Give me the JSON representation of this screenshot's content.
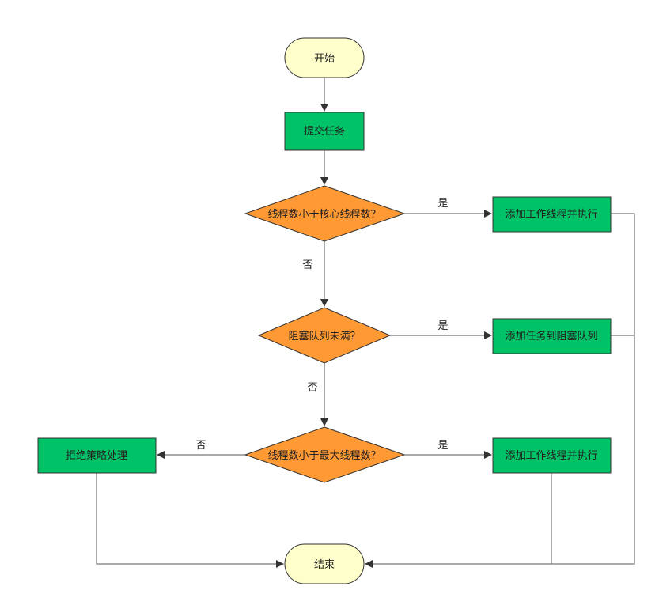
{
  "flowchart": {
    "nodes": {
      "start": "开始",
      "submit": "提交任务",
      "q1": "线程数小于核心线程数？",
      "q2": "阻塞队列未满？",
      "q3": "线程数小于最大线程数？",
      "act1": "添加工作线程并执行",
      "act2": "添加任务到阻塞队列",
      "act3": "添加工作线程并执行",
      "reject": "拒绝策略处理",
      "end": "结束"
    },
    "edges": {
      "q1_yes": "是",
      "q1_no": "否",
      "q2_yes": "是",
      "q2_no": "否",
      "q3_yes": "是",
      "q3_no": "否"
    }
  },
  "colors": {
    "terminal_fill": "#ffffcc",
    "process_fill": "#00c266",
    "decision_fill": "#ff9933",
    "stroke": "#333333",
    "line": "#555555"
  }
}
